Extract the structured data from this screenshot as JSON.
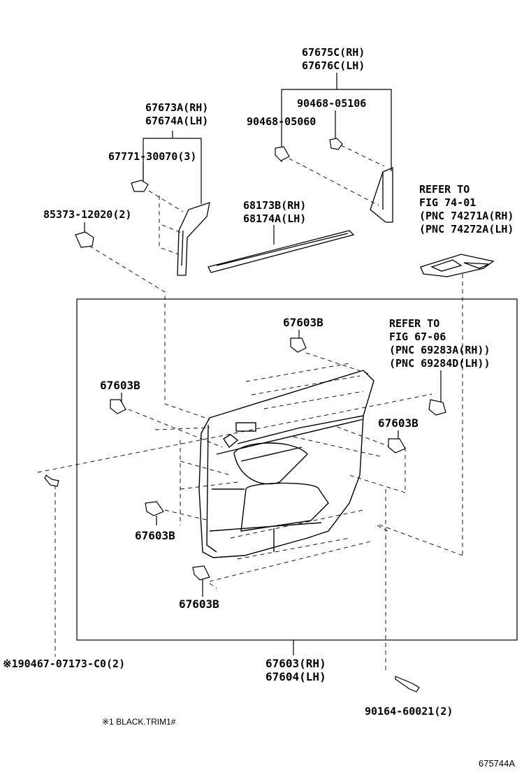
{
  "labels": {
    "p67675c": [
      "67675C(RH)",
      "67676C(LH)"
    ],
    "p90468_05106": "90468-05106",
    "p90468_05060": "90468-05060",
    "p67673a": [
      "67673A(RH)",
      "67674A(LH)"
    ],
    "p67771": "67771-30070(3)",
    "p85373": "85373-12020(2)",
    "p68173b": [
      "68173B(RH)",
      "68174A(LH)"
    ],
    "refer_74": [
      "REFER TO",
      "FIG 74-01",
      "(PNC 74271A(RH)",
      "(PNC 74272A(LH)"
    ],
    "refer_67": [
      "REFER TO",
      "FIG 67-06",
      "(PNC 69283A(RH))",
      "(PNC 69284D(LH))"
    ],
    "clip_top": "67603B",
    "clip_left": "67603B",
    "clip_right": "67603B",
    "clip_lower_left": "67603B",
    "clip_bottom": "67603B",
    "p90467": "※190467-07173-C0(2)",
    "p67603": [
      "67603(RH)",
      "67604(LH)"
    ],
    "p90164": "90164-60021(2)",
    "footnote": "※1 BLACK.TRIM1#",
    "figure_code": "675744A"
  }
}
